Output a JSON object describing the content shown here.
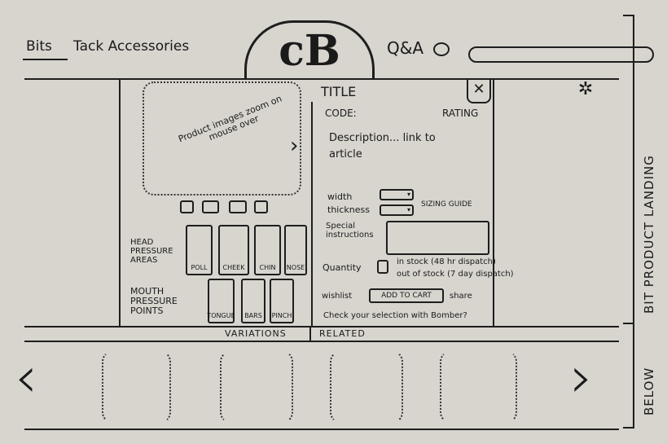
{
  "header": {
    "nav_bits": "Bits",
    "nav_tack": "Tack Accessories",
    "logo_text": "cB",
    "qa_label": "Q&A",
    "search_placeholder": ""
  },
  "gallery": {
    "image_note": "Product images zoom on mouse over",
    "thumbnail_count": 4,
    "head_label": "HEAD PRESSURE AREAS",
    "head_tiles": [
      "POLL",
      "CHEEK",
      "CHIN",
      "NOSE"
    ],
    "mouth_label": "MOUTH PRESSURE POINTS",
    "mouth_tiles": [
      "TONGUE",
      "BARS",
      "PINCH"
    ]
  },
  "details": {
    "title": "TITLE",
    "code": "CODE:",
    "rating": "RATING",
    "description": "Description... link to article",
    "width_label": "width",
    "thickness_label": "thickness",
    "sizing_guide": "SIZING GUIDE",
    "special_label": "Special instructions",
    "quantity_label": "Quantity",
    "in_stock": "in stock (48 hr dispatch)",
    "out_of_stock": "out of stock (7 day dispatch)",
    "wishlist": "wishlist",
    "add_to_cart": "ADD TO CART",
    "share": "share",
    "check_selection": "Check your selection with Bomber?"
  },
  "tabs": [
    "VARIATIONS",
    "RELATED"
  ],
  "annotations": {
    "landing": "BIT PRODUCT LANDING",
    "below": "BELOW"
  }
}
